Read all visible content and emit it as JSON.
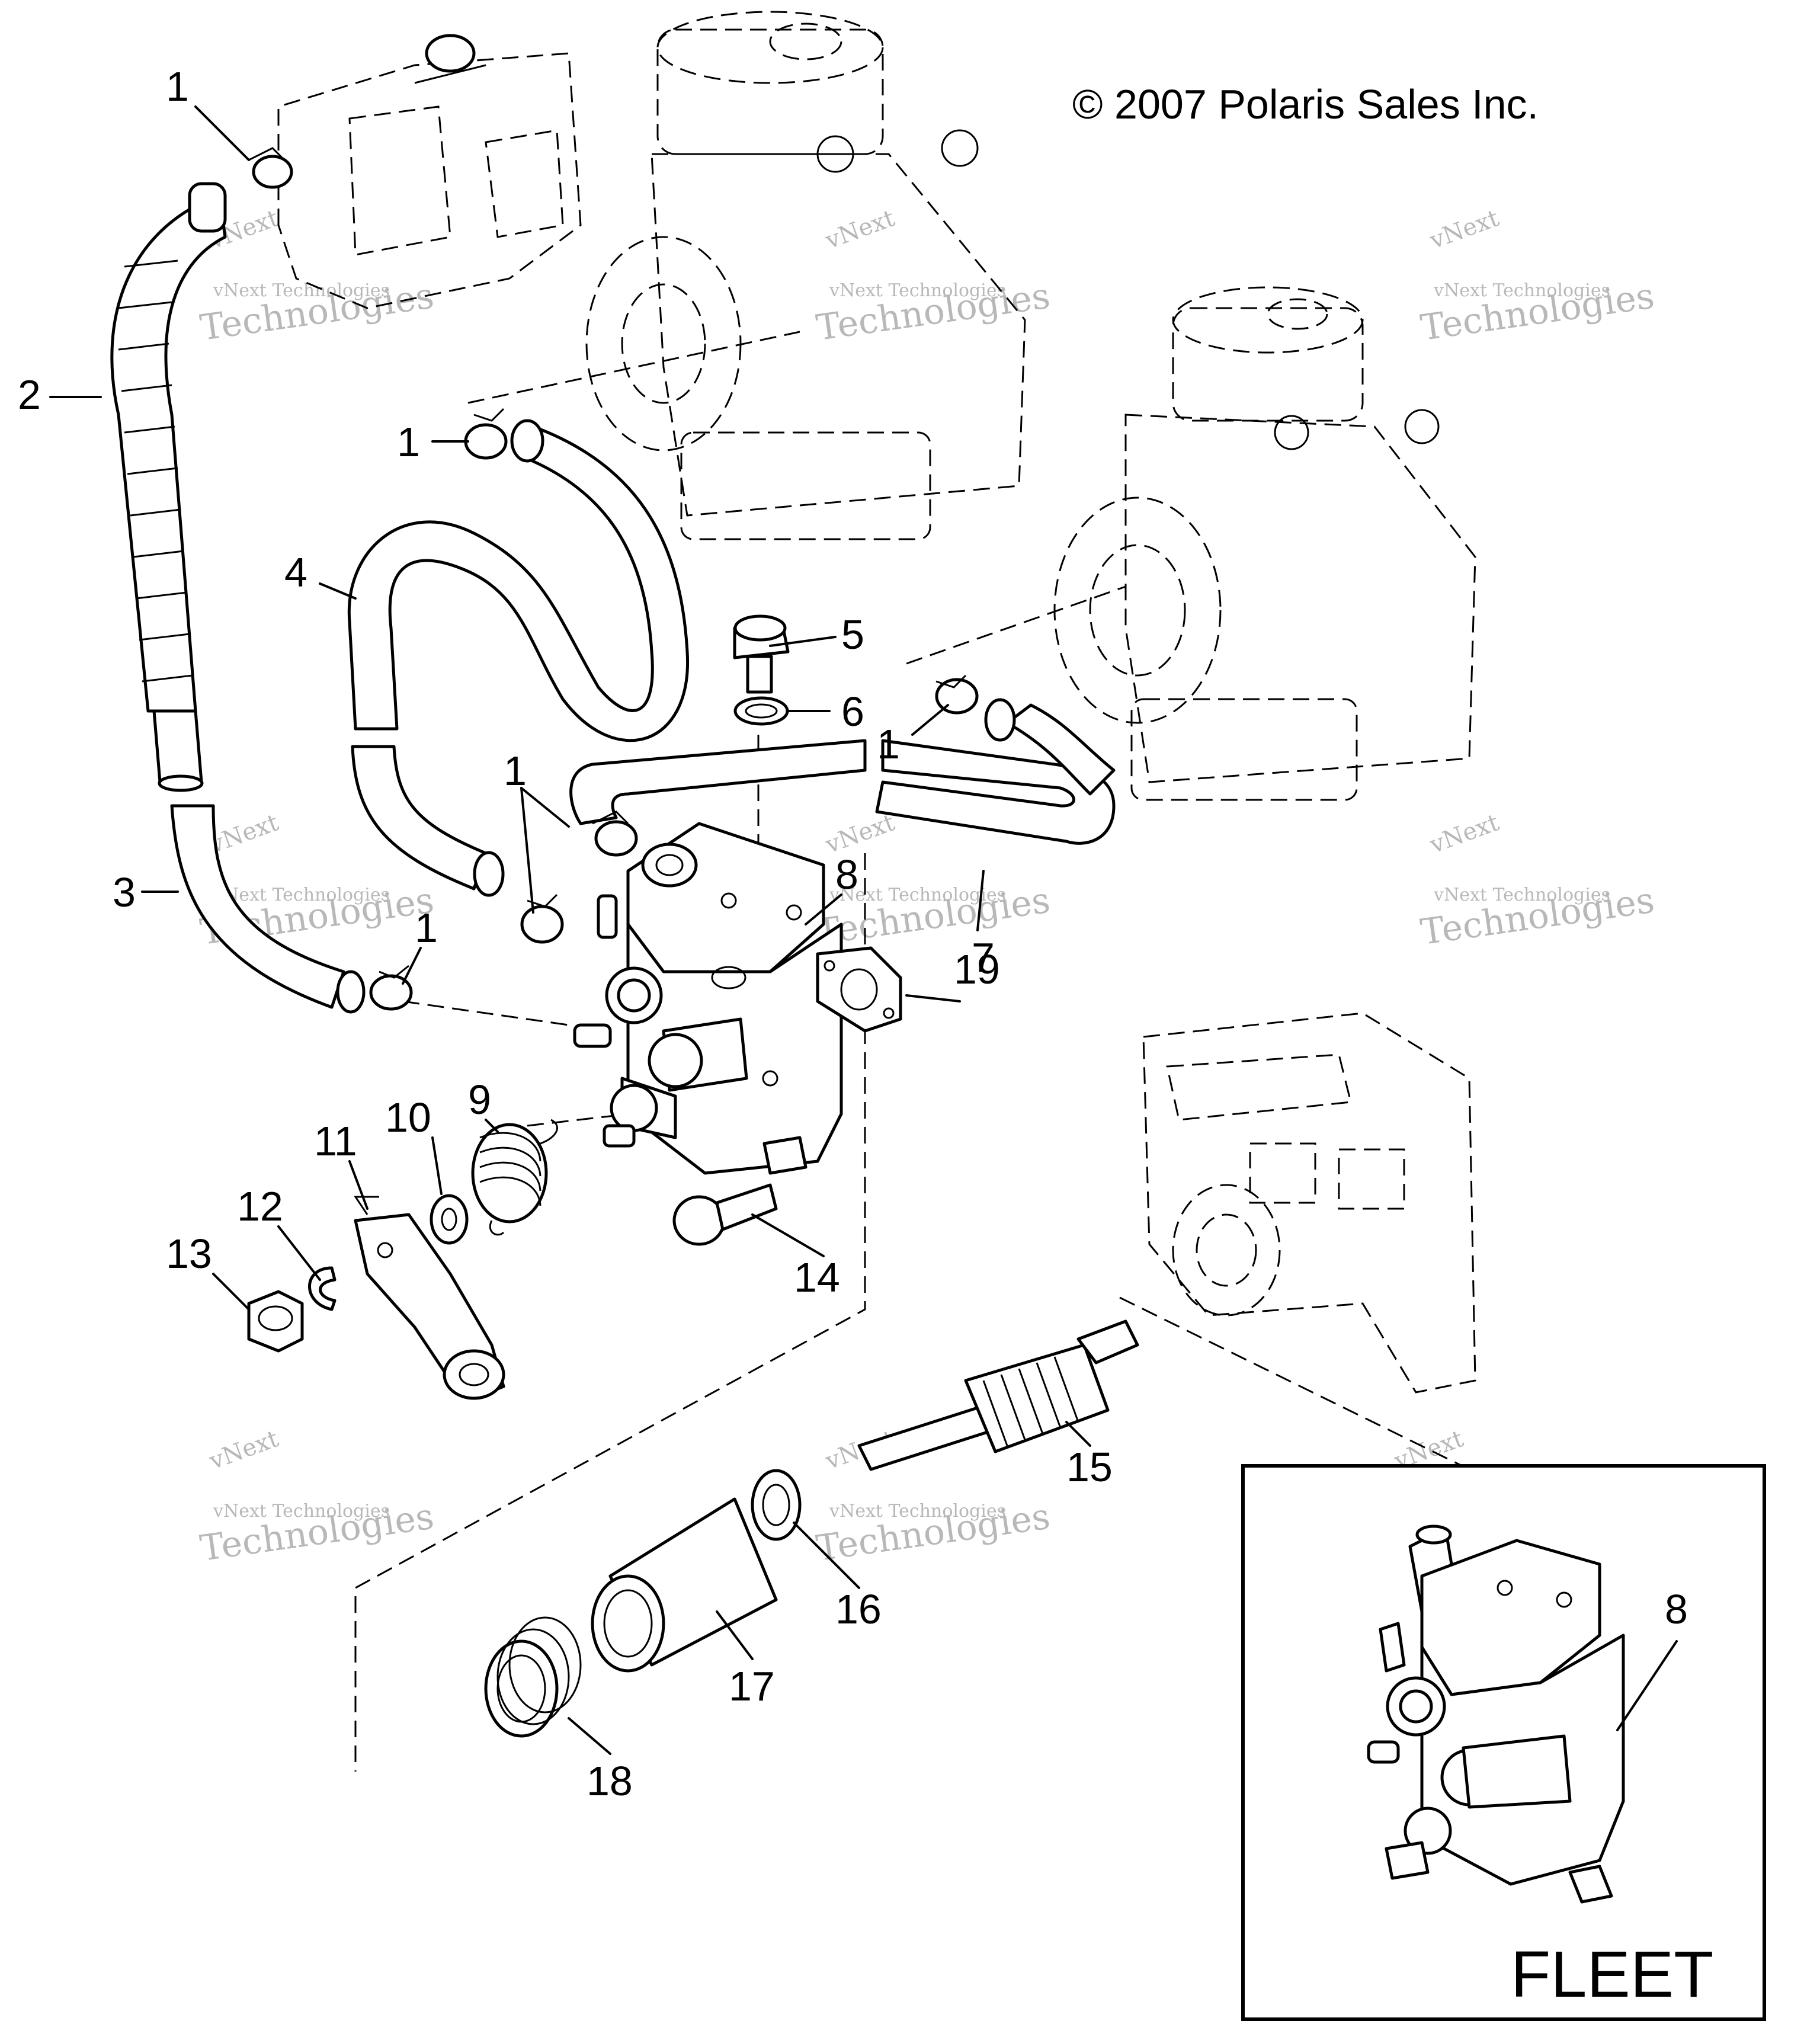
{
  "copyright": "© 2007 Polaris Sales Inc.",
  "watermark": {
    "brand": "vNext",
    "line1": "vNext Technologies",
    "line2": "Technologies"
  },
  "inset": {
    "label": "FLEET",
    "callout": "8"
  },
  "callouts": [
    "1",
    "2",
    "1",
    "4",
    "5",
    "6",
    "1",
    "1",
    "3",
    "8",
    "1",
    "7",
    "19",
    "9",
    "10",
    "11",
    "12",
    "13",
    "14",
    "15",
    "16",
    "17",
    "18"
  ]
}
